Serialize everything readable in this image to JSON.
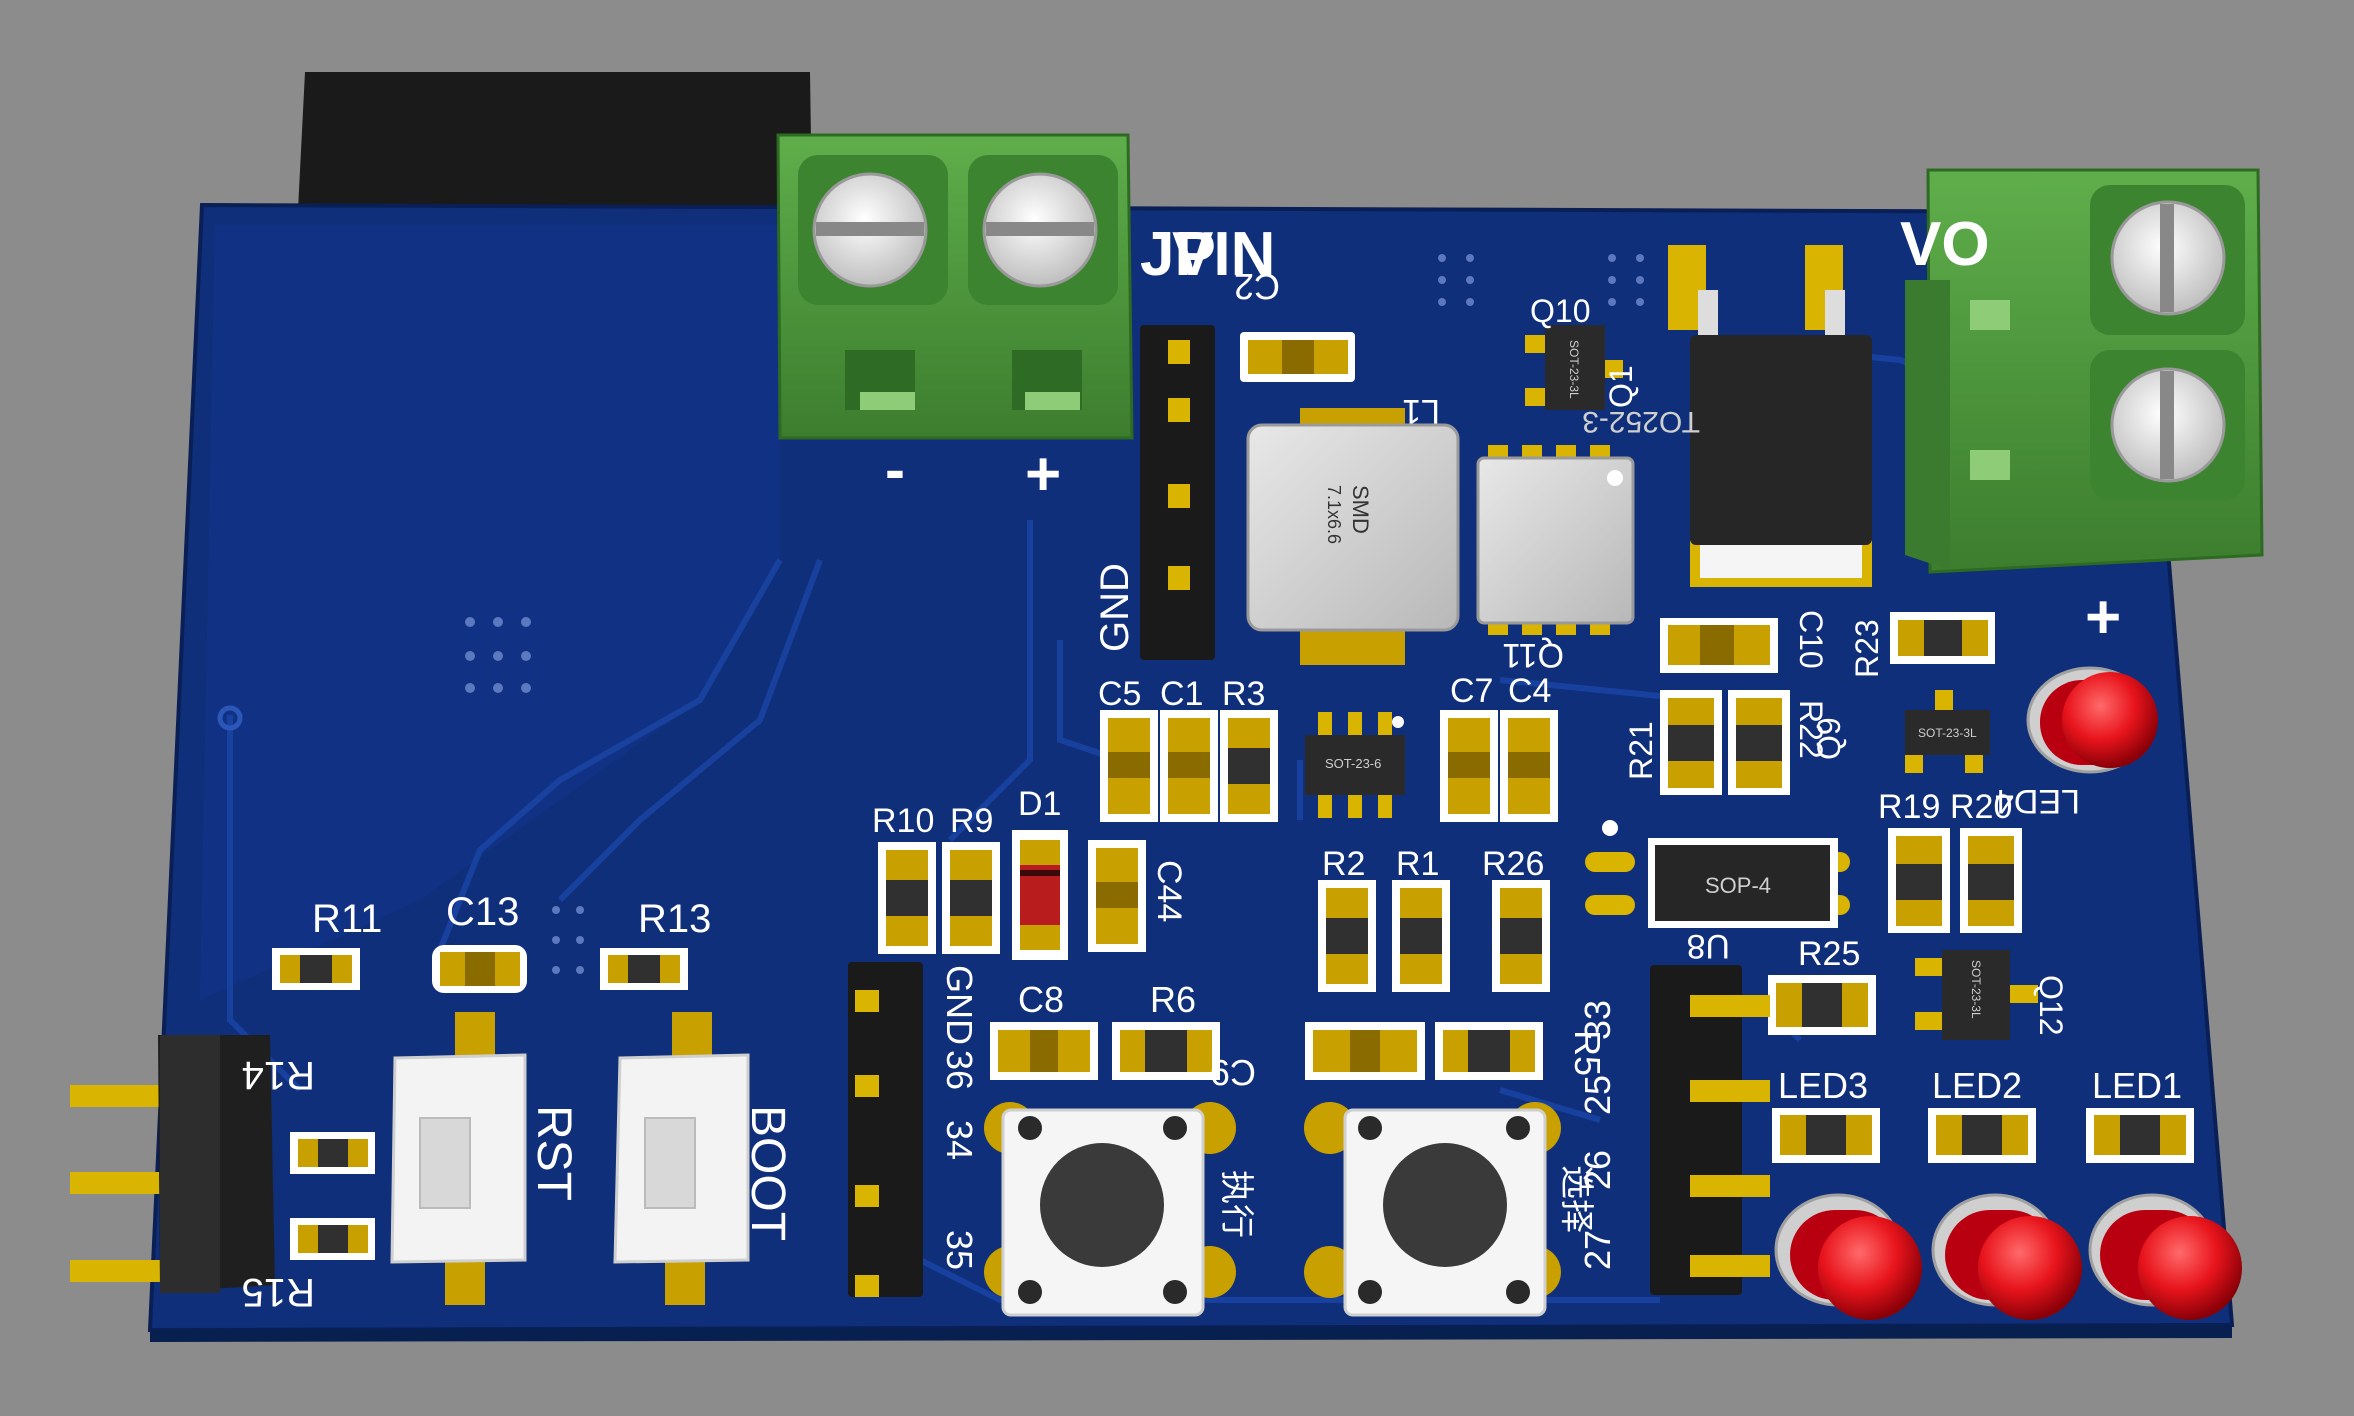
{
  "colors": {
    "background": "#8c8c8c",
    "board": "#0f2f7a",
    "board_dark": "#0a2566",
    "trace": "#13398f",
    "terminal_green": "#4f9a3f",
    "led_red": "#e8141c",
    "gold": "#c8a000",
    "silk": "#ffffff"
  },
  "labels": {
    "vin": "VIN",
    "vo": "VO",
    "minus": "-",
    "plus": "+",
    "plus_right": "+",
    "gnd_header": "GND",
    "l1": "L1",
    "q1": "Q1",
    "q10": "Q10",
    "q11": "Q11",
    "q12": "Q12",
    "q9": "Q9",
    "c2": "C2",
    "c5": "C5",
    "c1": "C1",
    "r3": "R3",
    "c7": "C7",
    "c4": "C4",
    "c10": "C10",
    "r23": "R23",
    "r21": "R21",
    "r22": "R22",
    "r19": "R19",
    "r20": "R20",
    "led4": "LED4",
    "r10": "R10",
    "r9": "R9",
    "d1": "D1",
    "c44": "C44",
    "r2": "R2",
    "r1": "R1",
    "r26": "R26",
    "u8": "U8",
    "r25": "R25",
    "r11": "R11",
    "c13": "C13",
    "r13": "R13",
    "r14": "R14",
    "r15": "R15",
    "rst": "RST",
    "boot": "BOOT",
    "c8": "C8",
    "r6": "R6",
    "c9": "C9",
    "r5": "R5",
    "gnd_pins": "GND",
    "pin36": "36",
    "pin34": "34",
    "pin35": "35",
    "pin33": "33",
    "pin25": "25",
    "pin26": "26",
    "pin27": "27",
    "execute": "执行",
    "select": "选择",
    "led3": "LED3",
    "led2": "LED2",
    "led1": "LED1",
    "jp": "JP"
  },
  "chips": {
    "to252": "TO252-3",
    "smd_inductor_1": "SMD",
    "smd_inductor_2": "7.1x6.6",
    "sop4": "SOP-4",
    "sot23_6": "SOT-23-6",
    "sot23_q9": "SOT-23-3L",
    "sot23_q10": "SOT-23-3L",
    "sot23_q12": "SOT-23-3L"
  }
}
